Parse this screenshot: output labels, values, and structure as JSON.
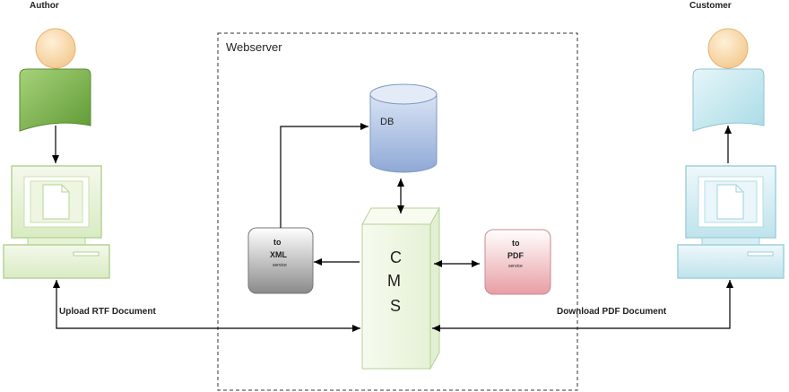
{
  "actors": {
    "author": {
      "label": "Author"
    },
    "customer": {
      "label": "Customer"
    }
  },
  "webserver": {
    "label": "Webserver"
  },
  "db": {
    "label": "DB"
  },
  "cms": {
    "letters": [
      "C",
      "M",
      "S"
    ]
  },
  "xml_service": {
    "line1": "to",
    "line2": "XML",
    "sub": "service"
  },
  "pdf_service": {
    "line1": "to",
    "line2": "PDF",
    "sub": "service"
  },
  "flows": {
    "upload": "Upload RTF Document",
    "download": "Download PDF Document"
  },
  "colors": {
    "author_body": "#7fb24a",
    "customer_body": "#bfe6ee",
    "author_computer": "#e6f2d6",
    "customer_computer": "#d6eef4",
    "db": "#a9bfe0",
    "xml": "#9a9a9a",
    "pdf": "#e8a9ad",
    "cms": "#eef6e2"
  }
}
